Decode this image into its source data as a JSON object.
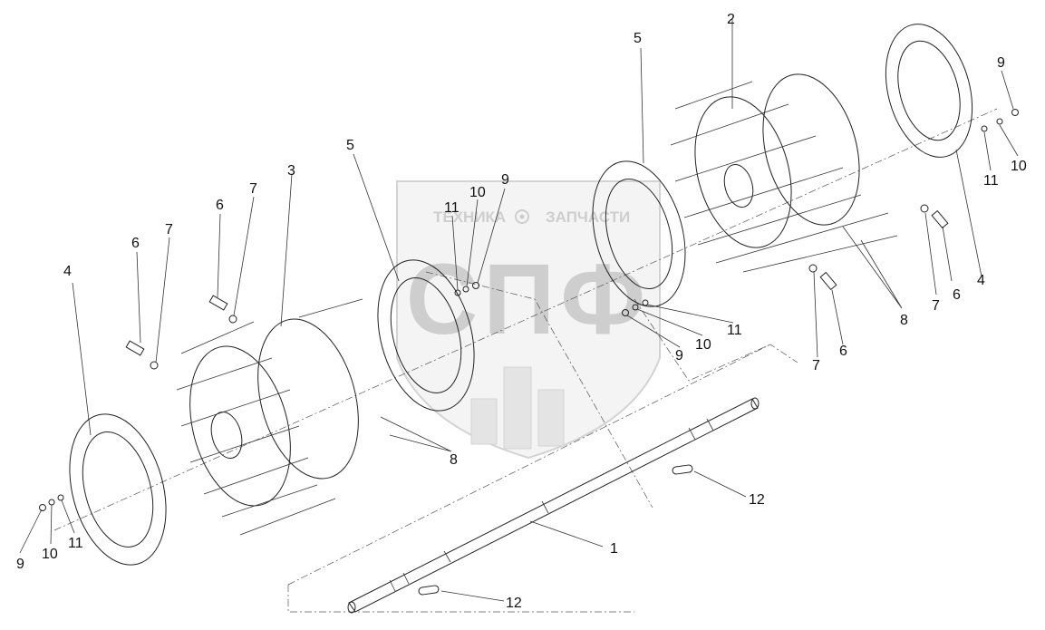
{
  "watermark": {
    "text_left": "ТЕХНИКА",
    "text_right": "ЗАПЧАСТИ",
    "logo_text": "СПФ"
  },
  "callouts": {
    "c1": "1",
    "c2": "2",
    "c3": "3",
    "c4_left": "4",
    "c4_right": "4",
    "c5_left": "5",
    "c5_right": "5",
    "c6_a": "6",
    "c6_b": "6",
    "c6_c": "6",
    "c6_d": "6",
    "c7_a": "7",
    "c7_b": "7",
    "c7_c": "7",
    "c7_d": "7",
    "c8_left": "8",
    "c8_right": "8",
    "c9_a": "9",
    "c9_b": "9",
    "c9_c": "9",
    "c9_d": "9",
    "c10_a": "10",
    "c10_b": "10",
    "c10_c": "10",
    "c10_d": "10",
    "c11_a": "11",
    "c11_b": "11",
    "c11_c": "11",
    "c11_d": "11",
    "c12_a": "12",
    "c12_b": "12"
  },
  "colors": {
    "line": "#222222",
    "watermark": "#c9c9c9",
    "background": "#ffffff"
  }
}
